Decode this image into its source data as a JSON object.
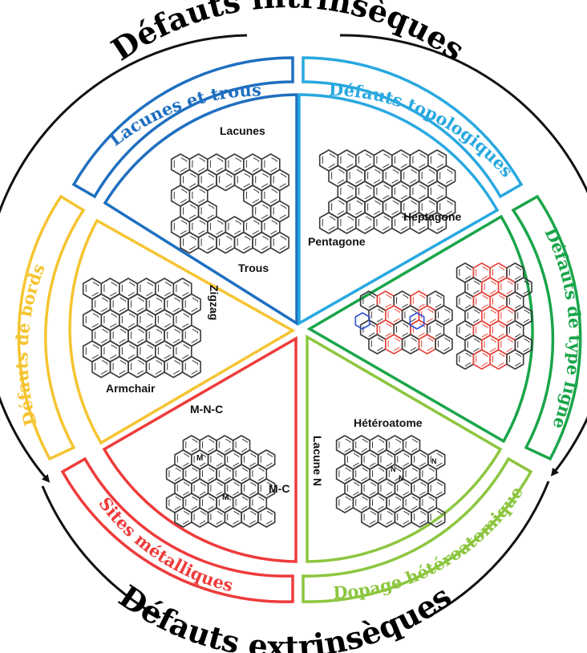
{
  "title_top": "Défauts intrinsèques",
  "title_bottom": "Défauts extrinsèques",
  "segments": [
    {
      "name": "Lacunes et trous",
      "color": "#1f6fc0"
    },
    {
      "name": "Défauts topologiques",
      "color": "#29a8e0"
    },
    {
      "name": "Défauts de type ligne",
      "color": "#1aa54a"
    },
    {
      "name": "Dopage hétéroatomique",
      "color": "#8cc63f"
    },
    {
      "name": "Sites métalliques",
      "color": "#ee3b3b"
    },
    {
      "name": "Défauts de bords",
      "color": "#f5c431"
    }
  ],
  "labels": {
    "lacunes": "Lacunes",
    "trous": "Trous",
    "heptagone": "Heptagone",
    "pentagone": "Pentagone",
    "zigzag": "Zigzag",
    "armchair": "Armchair",
    "mnc": "M-N-C",
    "mc": "M-C",
    "m1": "M",
    "m2": "M",
    "heteroatome": "Hétéroatome",
    "lacune_n": "Lacune N",
    "n1": "N",
    "n2": "N",
    "n3": "N"
  },
  "colors": {
    "molecule": "#3a3a3a",
    "ring_red": "#e8443a",
    "ring_blue": "#3050d8",
    "arrow": "#111111"
  }
}
